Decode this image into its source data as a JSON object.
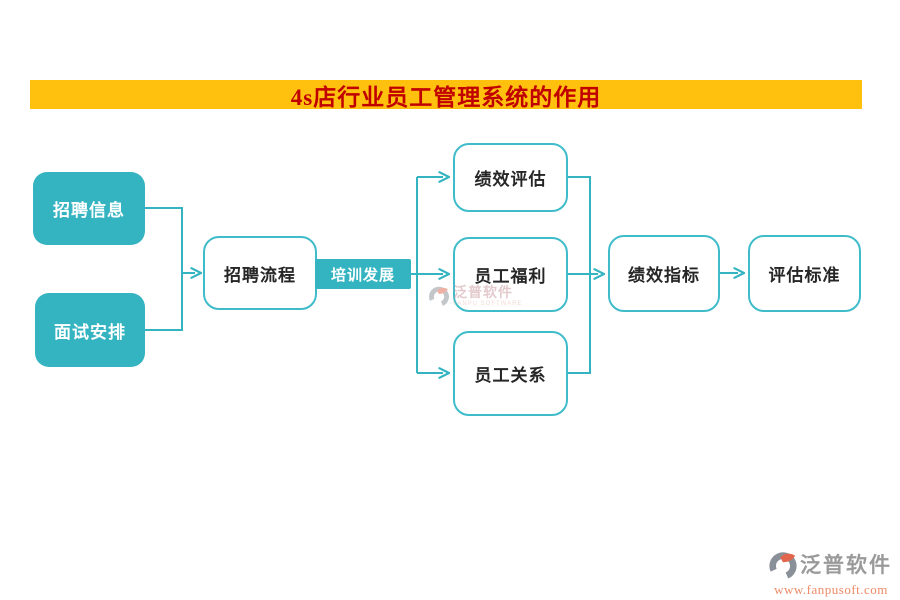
{
  "title": {
    "text": "4s店行业员工管理系统的作用"
  },
  "colors": {
    "banner_bg": "#FFC10E",
    "title_text": "#C00000",
    "teal_accent": "#34B4C1",
    "node_border": "#3FBCCA",
    "node_text": "#262626",
    "logo_gray": "#8A9097",
    "logo_orange": "#E2654D",
    "footer_brand_gray": "#9A9A9A",
    "footer_url_orange": "#ED8A67"
  },
  "nodes": {
    "recruit_info": "招聘信息",
    "interview_schedule": "面试安排",
    "recruit_process": "招聘流程",
    "training_dev": "培训发展",
    "perf_eval": "绩效评估",
    "employee_welfare": "员工福利",
    "employee_relations": "员工关系",
    "perf_indicator": "绩效指标",
    "eval_standard": "评估标准"
  },
  "watermark": {
    "brand": "泛普软件",
    "sub": "FANPU SOFTWARE"
  },
  "footer": {
    "brand": "泛普软件",
    "url": "www.fanpusoft.com"
  }
}
